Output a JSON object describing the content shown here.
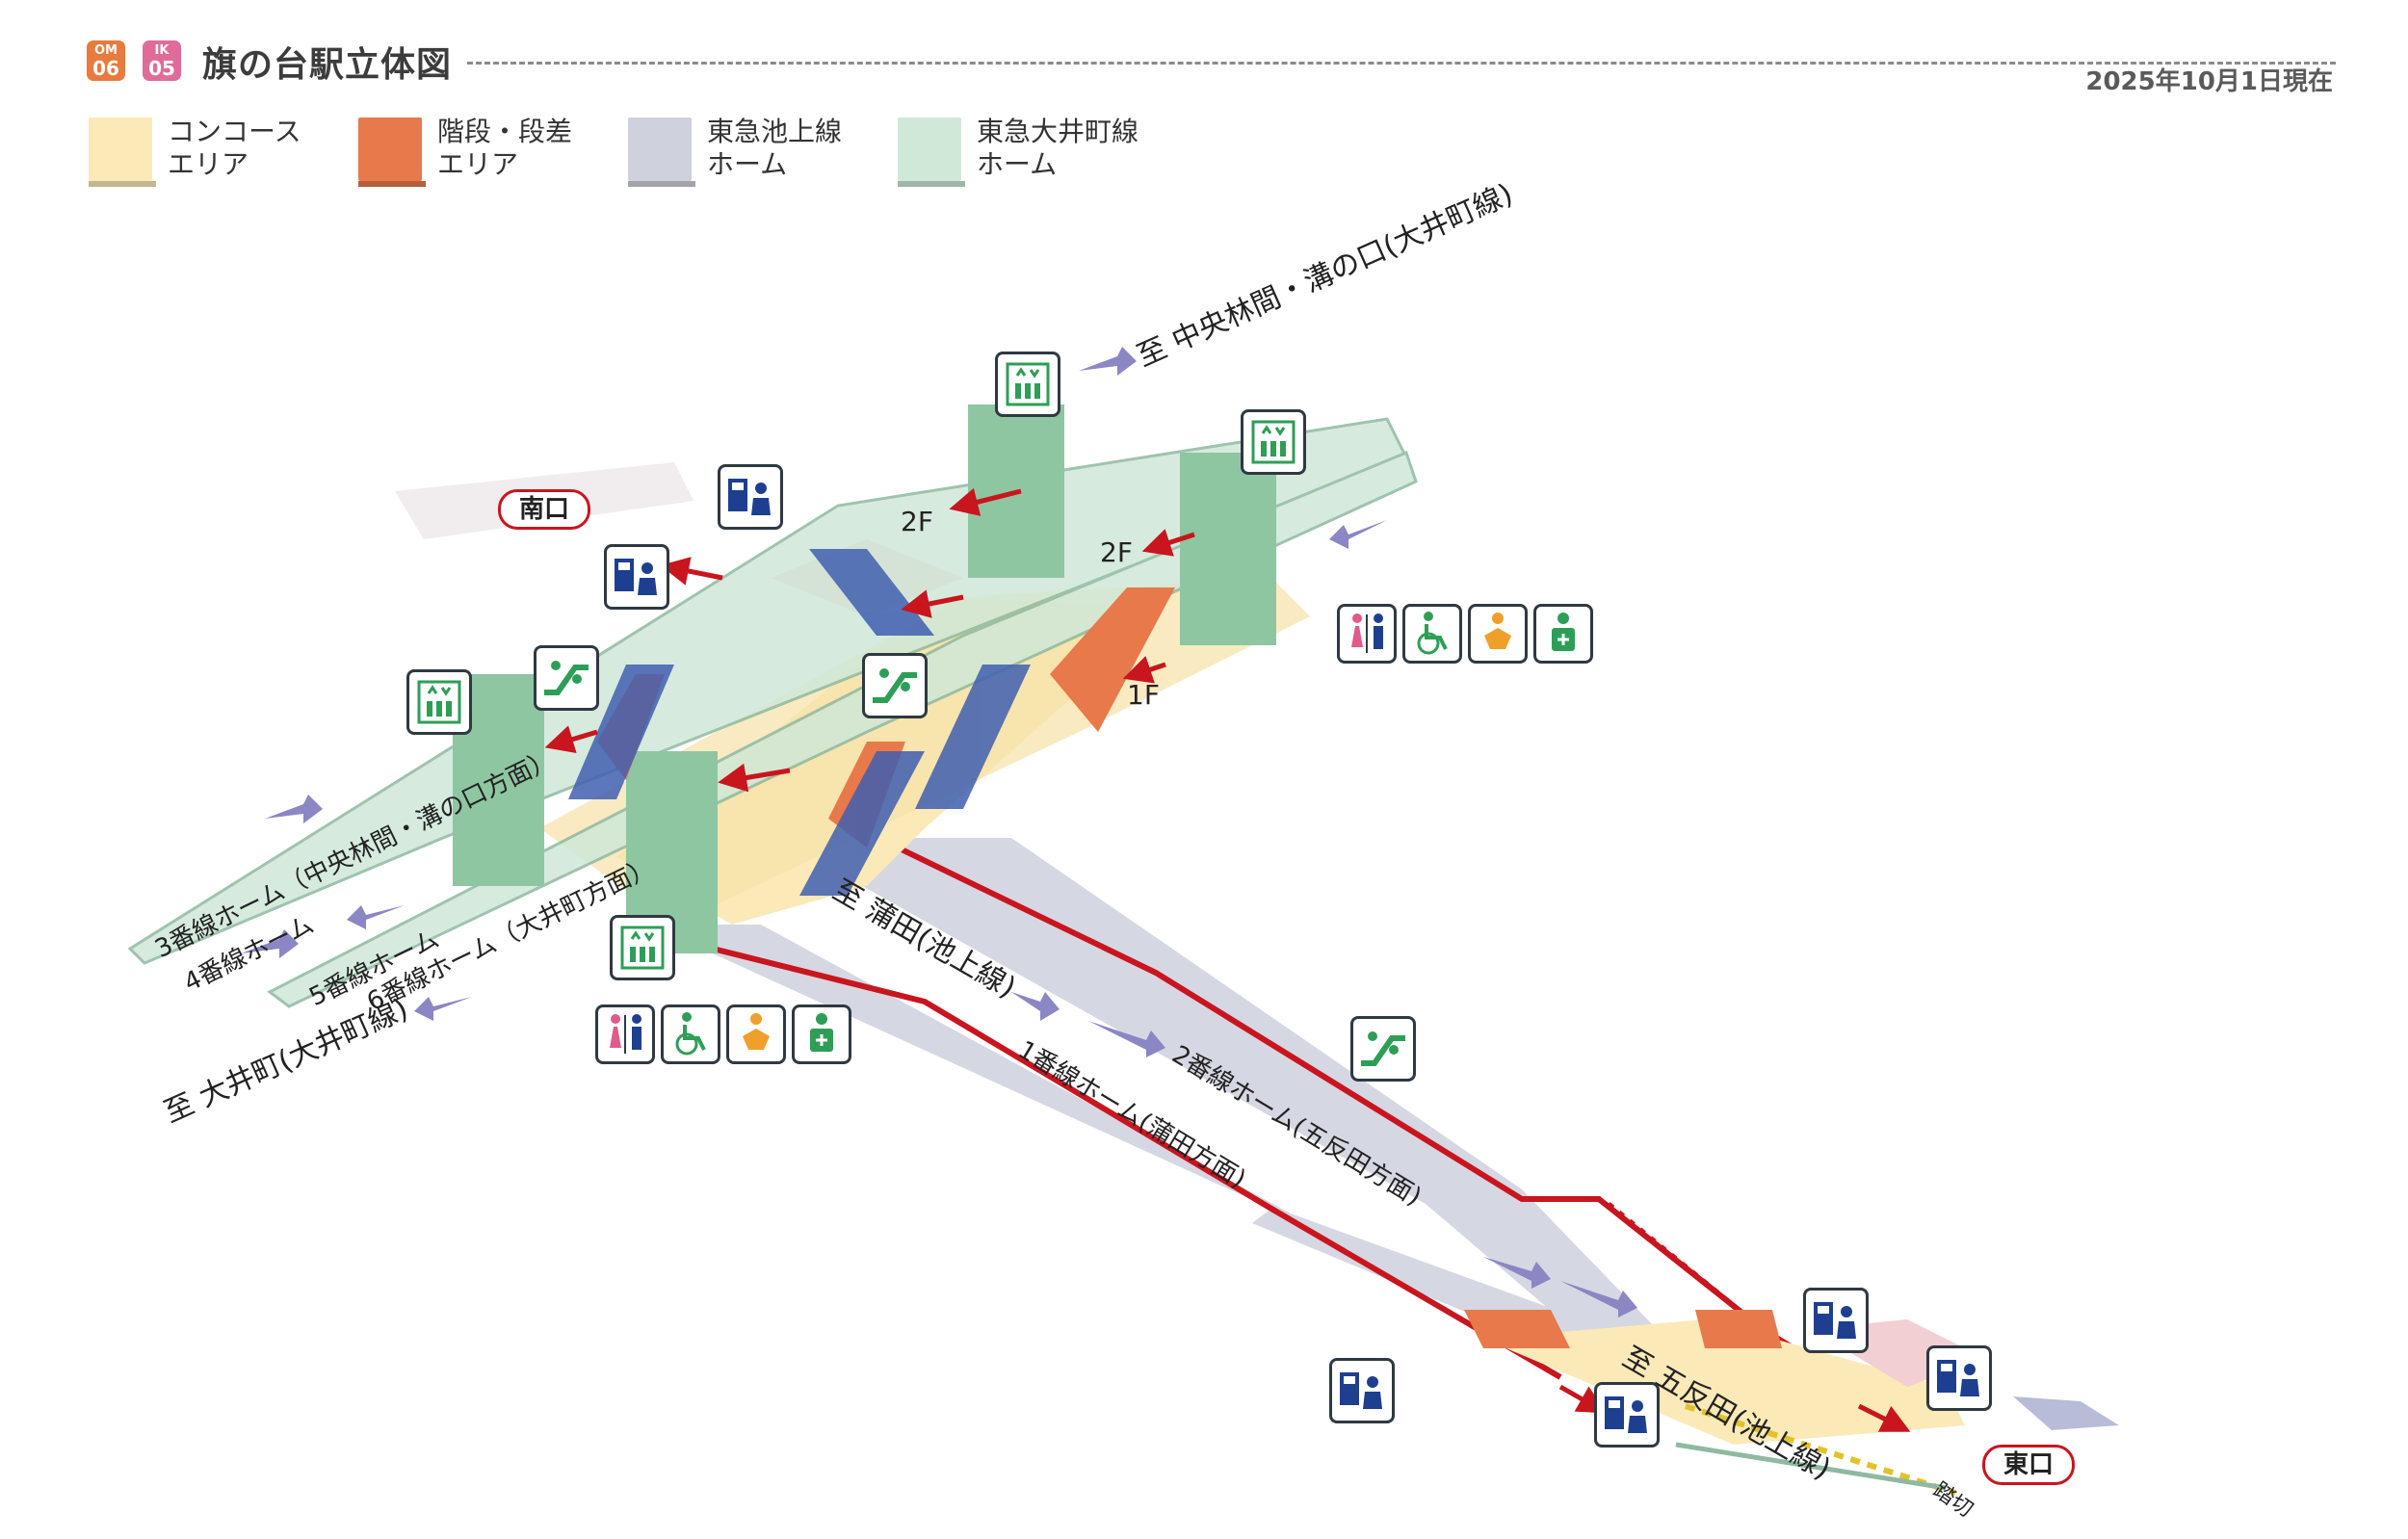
{
  "header": {
    "badges": [
      {
        "code": "OM",
        "num": "06",
        "color": "#e87a3e"
      },
      {
        "code": "IK",
        "num": "05",
        "color": "#e06b9a"
      }
    ],
    "title": "旗の台駅立体図",
    "date": "2025年10月1日現在"
  },
  "legend": [
    {
      "label": "コンコース\nエリア",
      "color": "#fbe9b7"
    },
    {
      "label": "階段・段差\nエリア",
      "color": "#e8794a"
    },
    {
      "label": "東急池上線\nホーム",
      "color": "#cfd2dd"
    },
    {
      "label": "東急大井町線\nホーム",
      "color": "#cfe8d8"
    }
  ],
  "labels": {
    "to_chuorinkan": "至 中央林間・溝の口(大井町線)",
    "to_oimachi": "至 大井町(大井町線)",
    "to_kamata": "至 蒲田(池上線)",
    "to_gotanda": "至 五反田(池上線)",
    "platform_3": "3番線ホーム（中央林間・溝の口方面）",
    "platform_4": "4番線ホーム",
    "platform_5": "5番線ホーム",
    "platform_6": "6番線ホーム（大井町方面）",
    "platform_1": "1番線ホーム(蒲田方面)",
    "platform_2": "2番線ホーム(五反田方面)",
    "south_exit": "南口",
    "east_exit": "東口",
    "crossing": "踏切",
    "floor_2f_a": "2F",
    "floor_2f_b": "2F",
    "floor_1f": "1F"
  },
  "colors": {
    "concourse": "#fbe9b7",
    "stairs": "#e8794a",
    "ikegami_platform": "#cfd2dd",
    "oimachi_platform": "#cfe8d8",
    "route_red": "#c9151e",
    "arrow_purple": "#8b86c4",
    "elevator_green": "#2e9e57",
    "ticket_blue": "#1e3f8f"
  },
  "icons": {
    "elevator": "elevator-icon",
    "ticket": "ticket-machine-icon",
    "escalator": "escalator-icon",
    "restroom": "restroom-icon",
    "accessible": "accessible-icon",
    "baby": "baby-room-icon",
    "first_aid": "first-aid-icon"
  }
}
